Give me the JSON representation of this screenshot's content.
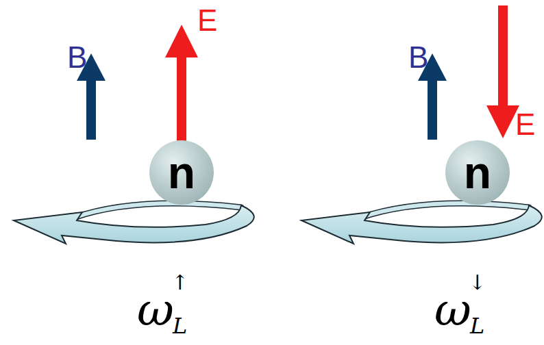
{
  "diagram": {
    "nodes": [
      {
        "text": [
          "n"
        ]
      },
      {
        "text": [
          "n"
        ]
      }
    ],
    "labels": [
      "B",
      "E",
      "ω",
      "L",
      "↑",
      "B",
      "E",
      "ω",
      "L",
      "↓"
    ]
  }
}
